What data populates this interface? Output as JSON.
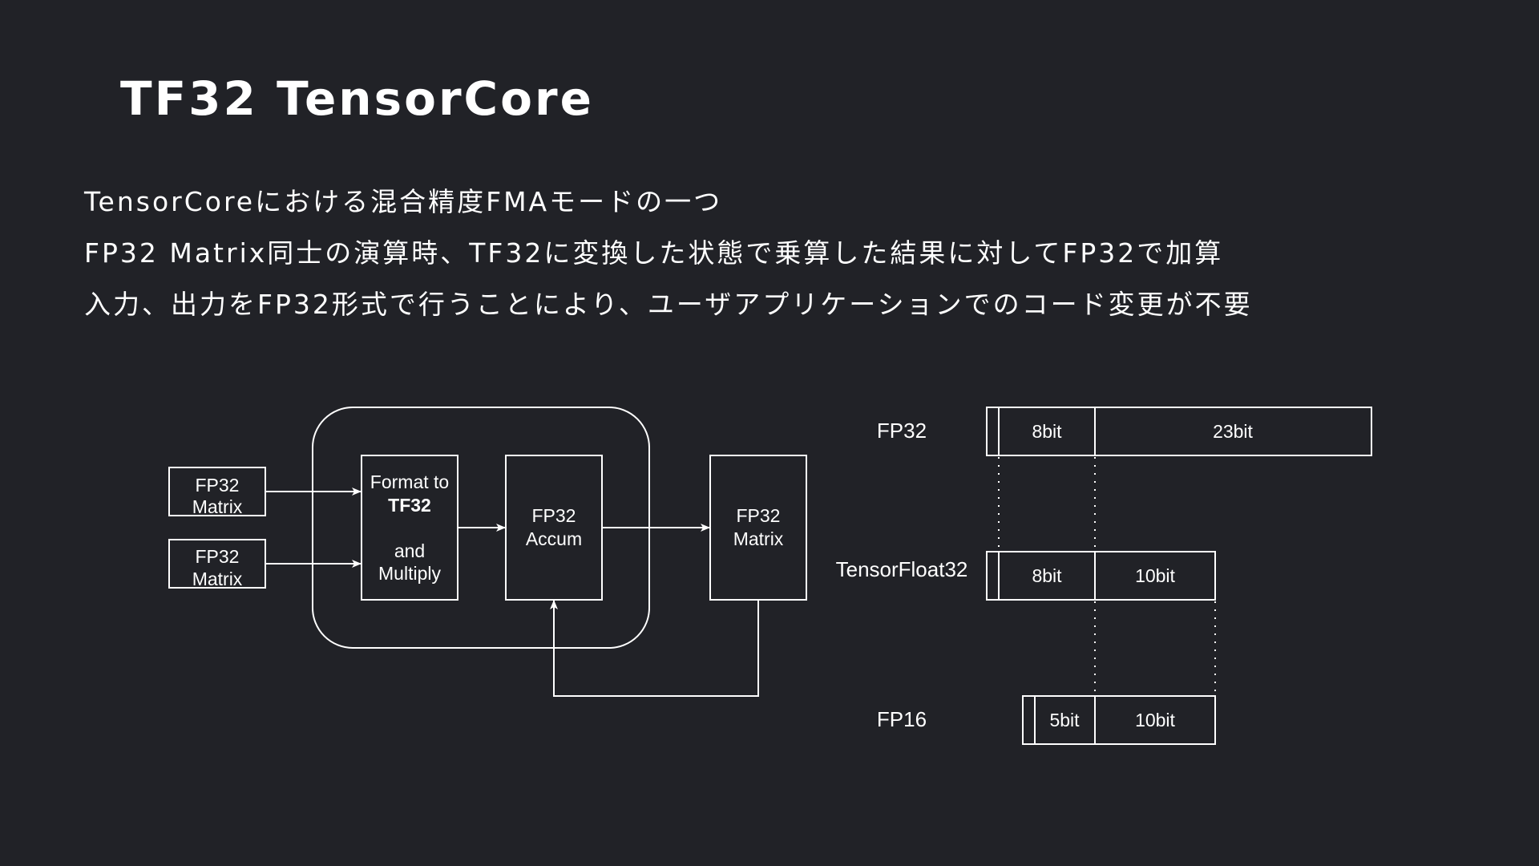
{
  "slide": {
    "title": "TF32 TensorCore",
    "bullets": [
      "TensorCoreにおける混合精度FMAモードの一つ",
      "FP32 Matrix同士の演算時、TF32に変換した状態で乗算した結果に対してFP32で加算",
      "入力、出力をFP32形式で行うことにより、ユーザアプリケーションでのコード変更が不要"
    ]
  },
  "flow": {
    "input_a": [
      "FP32",
      "Matrix"
    ],
    "input_b": [
      "FP32",
      "Matrix"
    ],
    "multiply_box": [
      "Format to",
      "TF32",
      "and",
      "Multiply"
    ],
    "accum_box": [
      "FP32",
      "Accum"
    ],
    "output_box": [
      "FP32",
      "Matrix"
    ]
  },
  "formats": [
    {
      "name": "FP32",
      "exponent": "8bit",
      "mantissa": "23bit"
    },
    {
      "name": "TensorFloat32",
      "exponent": "8bit",
      "mantissa": "10bit"
    },
    {
      "name": "FP16",
      "exponent": "5bit",
      "mantissa": "10bit"
    }
  ],
  "colors": {
    "background": "#212227",
    "foreground": "#ffffff"
  }
}
